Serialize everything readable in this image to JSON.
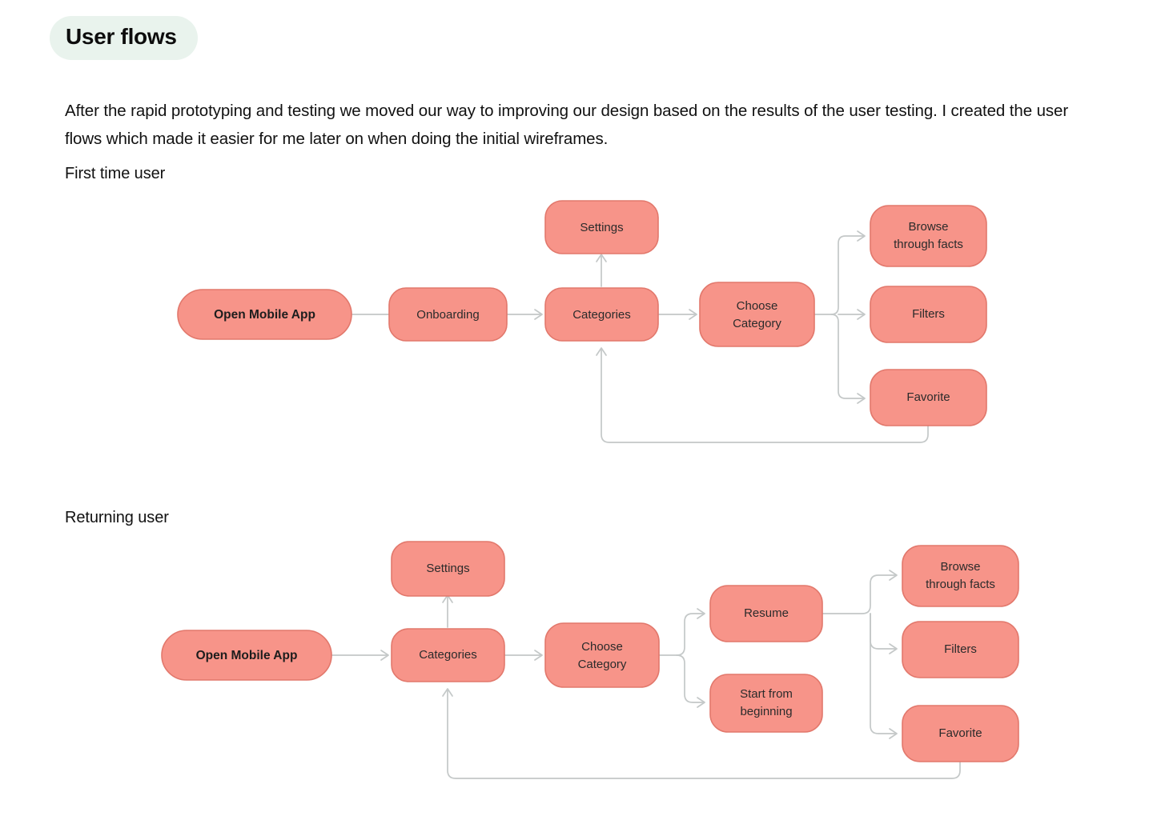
{
  "page": {
    "title": "User flows",
    "title_pill_color": "#e9f3ed",
    "background": "#ffffff",
    "intro_paragraph": "After the rapid prototyping and testing we moved our way to improving our design based on the results of the user testing. I created the user flows which made it easier for me later on when doing the initial wireframes."
  },
  "theme": {
    "node_fill": "#f79489",
    "node_stroke": "#e2786c",
    "edge_color": "#c4c8c8",
    "text_color": "#2b2b2b"
  },
  "flows": [
    {
      "id": "first-time-user",
      "label": "First time user",
      "nodes": [
        {
          "id": "open-mobile-app",
          "label": "Open Mobile App",
          "bold": true,
          "shape": "pill"
        },
        {
          "id": "onboarding",
          "label": "Onboarding",
          "bold": false,
          "shape": "rounded"
        },
        {
          "id": "settings",
          "label": "Settings",
          "bold": false,
          "shape": "rounded"
        },
        {
          "id": "categories",
          "label": "Categories",
          "bold": false,
          "shape": "rounded"
        },
        {
          "id": "choose-category",
          "label": "Choose Category",
          "lines": [
            "Choose",
            "Category"
          ],
          "bold": false,
          "shape": "rounded"
        },
        {
          "id": "browse-through-facts",
          "label": "Browse through facts",
          "lines": [
            "Browse",
            "through facts"
          ],
          "bold": false,
          "shape": "rounded"
        },
        {
          "id": "filters",
          "label": "Filters",
          "bold": false,
          "shape": "rounded"
        },
        {
          "id": "favorite",
          "label": "Favorite",
          "bold": false,
          "shape": "rounded"
        }
      ],
      "edges": [
        {
          "from": "open-mobile-app",
          "to": "onboarding"
        },
        {
          "from": "onboarding",
          "to": "categories"
        },
        {
          "from": "categories",
          "to": "settings"
        },
        {
          "from": "categories",
          "to": "choose-category"
        },
        {
          "from": "choose-category",
          "to": "browse-through-facts"
        },
        {
          "from": "choose-category",
          "to": "filters"
        },
        {
          "from": "choose-category",
          "to": "favorite"
        },
        {
          "from": "favorite",
          "to": "categories",
          "type": "loopback"
        }
      ]
    },
    {
      "id": "returning-user",
      "label": "Returning user",
      "nodes": [
        {
          "id": "open-mobile-app",
          "label": "Open Mobile App",
          "bold": true,
          "shape": "pill"
        },
        {
          "id": "settings",
          "label": "Settings",
          "bold": false,
          "shape": "rounded"
        },
        {
          "id": "categories",
          "label": "Categories",
          "bold": false,
          "shape": "rounded"
        },
        {
          "id": "choose-category",
          "label": "Choose Category",
          "lines": [
            "Choose",
            "Category"
          ],
          "bold": false,
          "shape": "rounded"
        },
        {
          "id": "resume",
          "label": "Resume",
          "bold": false,
          "shape": "rounded"
        },
        {
          "id": "start-from-beginning",
          "label": "Start from beginning",
          "lines": [
            "Start from",
            "beginning"
          ],
          "bold": false,
          "shape": "rounded"
        },
        {
          "id": "browse-through-facts",
          "label": "Browse through facts",
          "lines": [
            "Browse",
            "through facts"
          ],
          "bold": false,
          "shape": "rounded"
        },
        {
          "id": "filters",
          "label": "Filters",
          "bold": false,
          "shape": "rounded"
        },
        {
          "id": "favorite",
          "label": "Favorite",
          "bold": false,
          "shape": "rounded"
        }
      ],
      "edges": [
        {
          "from": "open-mobile-app",
          "to": "categories"
        },
        {
          "from": "categories",
          "to": "settings"
        },
        {
          "from": "categories",
          "to": "choose-category"
        },
        {
          "from": "choose-category",
          "to": "resume"
        },
        {
          "from": "choose-category",
          "to": "start-from-beginning"
        },
        {
          "from": "resume",
          "to": "browse-through-facts"
        },
        {
          "from": "resume",
          "to": "filters"
        },
        {
          "from": "resume",
          "to": "favorite"
        },
        {
          "from": "favorite",
          "to": "categories",
          "type": "loopback"
        }
      ]
    }
  ]
}
